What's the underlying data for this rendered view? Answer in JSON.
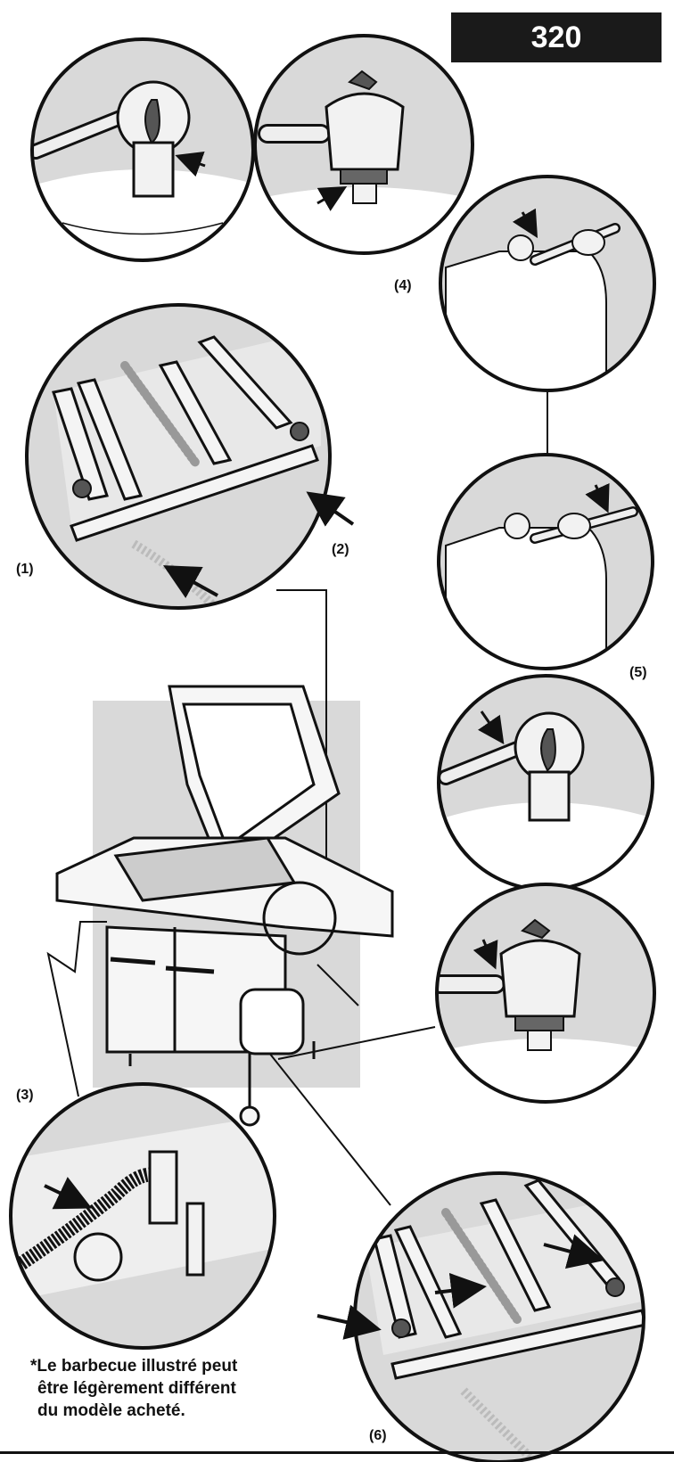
{
  "header": {
    "page_number": "320"
  },
  "labels": {
    "step1": "(1)",
    "step2": "(2)",
    "step3": "(3)",
    "step4": "(4)",
    "step5": "(5)",
    "step6": "(6)"
  },
  "note": {
    "line1": "*Le barbecue illustré peut",
    "line2": "être légèrement différent",
    "line3": "du modèle acheté."
  },
  "colors": {
    "ink": "#111111",
    "panel_gray": "#d9d9d9",
    "light_gray": "#c8c8c8",
    "badge": "#1a1a1a"
  }
}
